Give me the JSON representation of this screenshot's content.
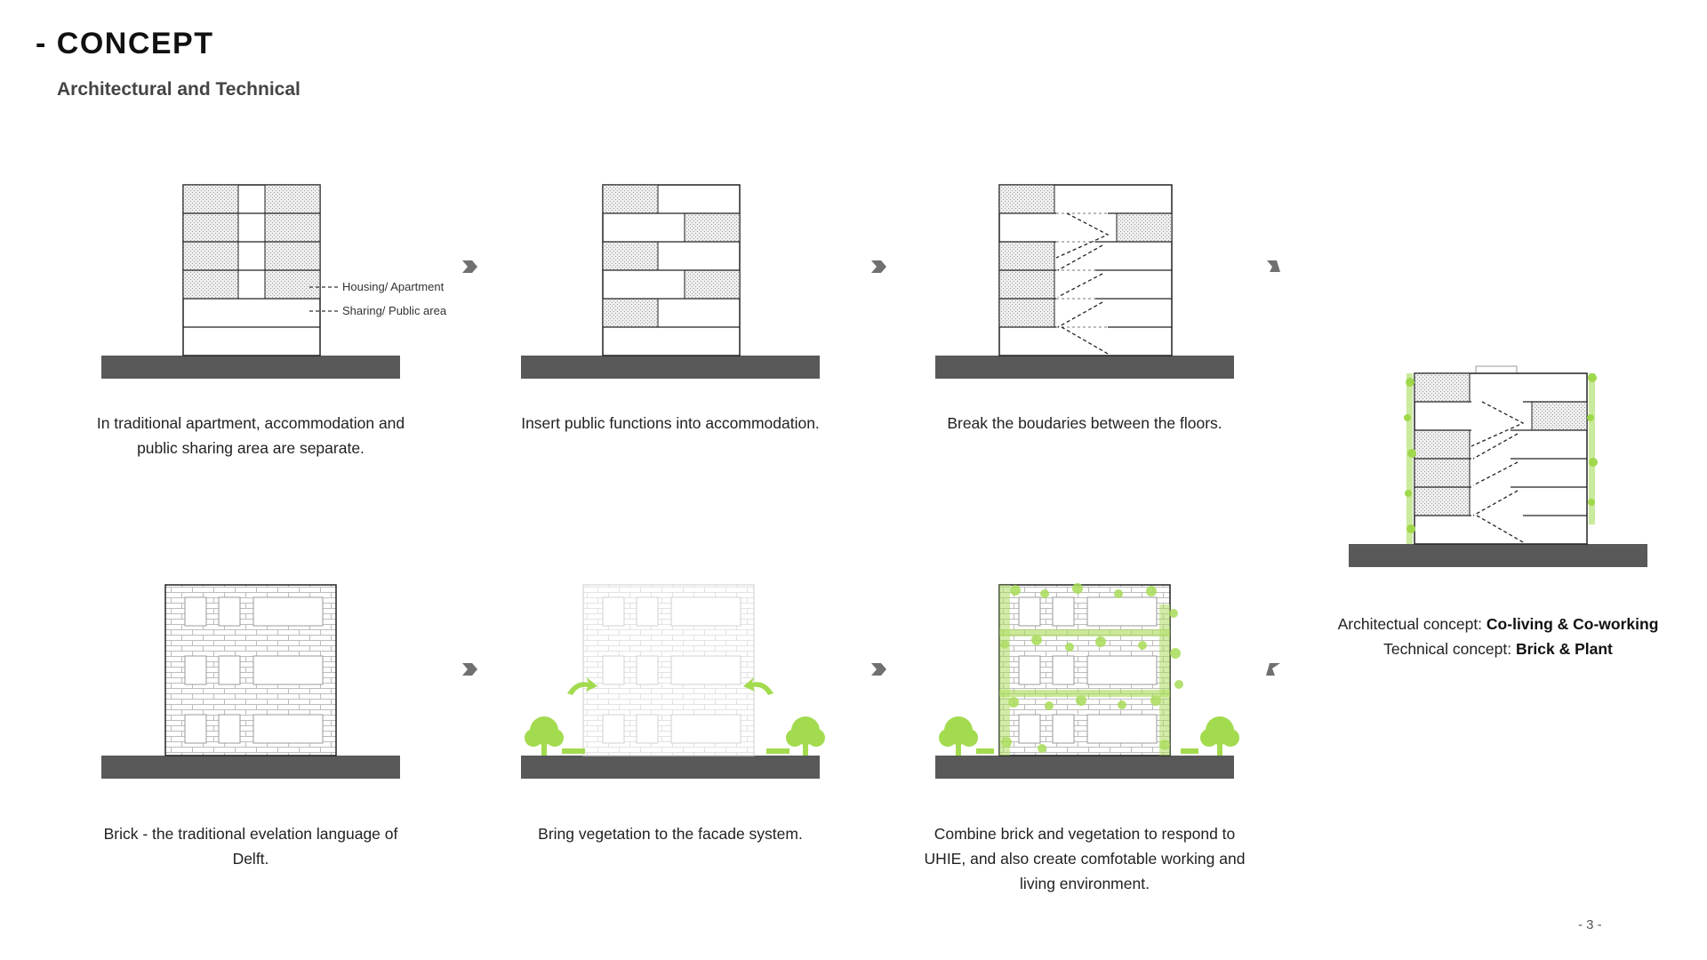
{
  "header": {
    "title": "- CONCEPT",
    "subtitle": "Architectural and Technical"
  },
  "labels": {
    "housing": "Housing/ Apartment",
    "sharing": "Sharing/ Public area"
  },
  "captions": {
    "c1": "In traditional apartment, accommodation and public sharing area are separate.",
    "c2": "Insert public functions into accommodation.",
    "c3": "Break the boudaries between the floors.",
    "c4": "Brick - the traditional evelation language of Delft.",
    "c5": "Bring vegetation to the facade system.",
    "c6": "Combine brick and vegetation to respond to UHIE, and also create comfotable working and living environment."
  },
  "result": {
    "arch_label": "Architectual concept:",
    "arch_value": "Co-living & Co-working",
    "tech_label": "Technical concept:",
    "tech_value": "Brick & Plant"
  },
  "footer": {
    "page": "- 3 -"
  },
  "colors": {
    "ground": "#595959",
    "outline": "#222222",
    "plant": "#9fd84a",
    "hatch": "#c6c6c6",
    "arrow": "#707070"
  }
}
